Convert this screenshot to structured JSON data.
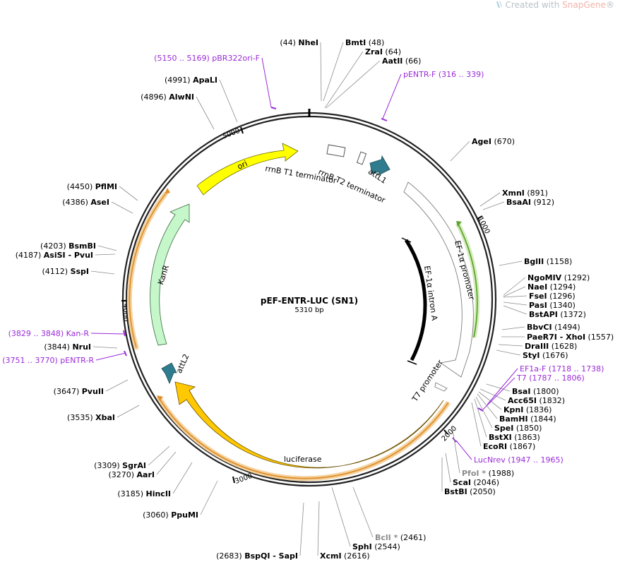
{
  "watermark": {
    "prefix": "Created with ",
    "brand": "SnapGene",
    "suffix": "®"
  },
  "plasmid": {
    "name": "pEF-ENTR-LUC (SN1)",
    "size": "5310 bp",
    "length": 5310
  },
  "ruler_ticks": [
    "1000",
    "2000",
    "3000",
    "4000",
    "5000"
  ],
  "colors": {
    "ori": "#ffff00",
    "kanr": "#c6f7cb",
    "luciferase": "#ffc800",
    "att": "#2f7c8e",
    "primer": "#9a2bd8",
    "orange_outline": "#f0b25c",
    "green_outline": "#5aa62a"
  },
  "features": [
    {
      "label": "ori",
      "kind": "arrow"
    },
    {
      "label": "KanR",
      "kind": "arrow"
    },
    {
      "label": "luciferase",
      "kind": "arrow"
    },
    {
      "label": "attL1",
      "kind": "small-arrow"
    },
    {
      "label": "attL2",
      "kind": "small-arrow"
    },
    {
      "label": "rrnB T1 terminator",
      "kind": "box"
    },
    {
      "label": "rrnB T2 terminator",
      "kind": "box"
    },
    {
      "label": "EF-1α promoter",
      "kind": "outline-arrow"
    },
    {
      "label": "EF-1α intron A",
      "kind": "bar"
    },
    {
      "label": "T7 promoter",
      "kind": "outline-arrow"
    }
  ],
  "sites": [
    {
      "name": "NheI",
      "pos": "(44)"
    },
    {
      "name": "BmtI",
      "pos": "(48)"
    },
    {
      "name": "ZraI",
      "pos": "(64)"
    },
    {
      "name": "AatII",
      "pos": "(66)"
    },
    {
      "name": "AgeI",
      "pos": "(670)"
    },
    {
      "name": "XmnI",
      "pos": "(891)"
    },
    {
      "name": "BsaAI",
      "pos": "(912)"
    },
    {
      "name": "BglII",
      "pos": "(1158)"
    },
    {
      "name": "NgoMIV",
      "pos": "(1292)"
    },
    {
      "name": "NaeI",
      "pos": "(1294)"
    },
    {
      "name": "FseI",
      "pos": "(1296)"
    },
    {
      "name": "PasI",
      "pos": "(1340)"
    },
    {
      "name": "BstAPI",
      "pos": "(1372)"
    },
    {
      "name": "BbvCI",
      "pos": "(1494)"
    },
    {
      "name": "PaeR7I - XhoI",
      "pos": "(1557)"
    },
    {
      "name": "DraIII",
      "pos": "(1628)"
    },
    {
      "name": "StyI",
      "pos": "(1676)"
    },
    {
      "name": "BsaI",
      "pos": "(1800)"
    },
    {
      "name": "Acc65I",
      "pos": "(1832)"
    },
    {
      "name": "KpnI",
      "pos": "(1836)"
    },
    {
      "name": "BamHI",
      "pos": "(1844)"
    },
    {
      "name": "SpeI",
      "pos": "(1850)"
    },
    {
      "name": "BstXI",
      "pos": "(1863)"
    },
    {
      "name": "EcoRI",
      "pos": "(1867)"
    },
    {
      "name": "PfoI *",
      "pos": "(1988)"
    },
    {
      "name": "ScaI",
      "pos": "(2046)"
    },
    {
      "name": "BstBI",
      "pos": "(2050)"
    },
    {
      "name": "BclI *",
      "pos": "(2461)"
    },
    {
      "name": "SphI",
      "pos": "(2544)"
    },
    {
      "name": "XcmI",
      "pos": "(2616)"
    },
    {
      "name": "BspQI - SapI",
      "pos": "(2683)"
    },
    {
      "name": "PpuMI",
      "pos": "(3060)"
    },
    {
      "name": "HincII",
      "pos": "(3185)"
    },
    {
      "name": "AarI",
      "pos": "(3270)"
    },
    {
      "name": "SgrAI",
      "pos": "(3309)"
    },
    {
      "name": "XbaI",
      "pos": "(3535)"
    },
    {
      "name": "PvuII",
      "pos": "(3647)"
    },
    {
      "name": "NruI",
      "pos": "(3844)"
    },
    {
      "name": "SspI",
      "pos": "(4112)"
    },
    {
      "name": "AsiSI - PvuI",
      "pos": "(4187)"
    },
    {
      "name": "BsmBI",
      "pos": "(4203)"
    },
    {
      "name": "AseI",
      "pos": "(4386)"
    },
    {
      "name": "PflMI",
      "pos": "(4450)"
    },
    {
      "name": "AlwNI",
      "pos": "(4896)"
    },
    {
      "name": "ApaLI",
      "pos": "(4991)"
    }
  ],
  "primers": [
    {
      "name": "pBR322ori-F",
      "range": "(5150 .. 5169)"
    },
    {
      "name": "pENTR-F",
      "range": "(316 .. 339)"
    },
    {
      "name": "EF1a-F",
      "range": "(1718 .. 1738)"
    },
    {
      "name": "T7",
      "range": "(1787 .. 1806)"
    },
    {
      "name": "LucNrev",
      "range": "(1947 .. 1965)"
    },
    {
      "name": "Kan-R",
      "range": "(3829 .. 3848)"
    },
    {
      "name": "pENTR-R",
      "range": "(3751 .. 3770)"
    }
  ]
}
